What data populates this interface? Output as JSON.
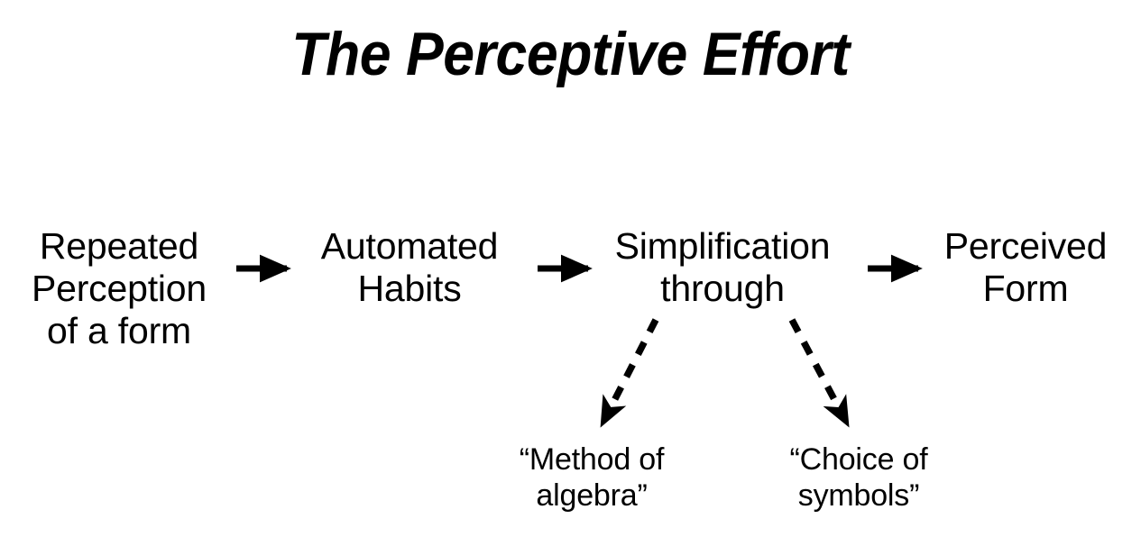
{
  "document": {
    "title": "The Perceptive Effort",
    "background_color": "#ffffff",
    "ink_color": "#000000"
  },
  "diagram": {
    "type": "flow-diagram",
    "flow": [
      {
        "id": "repeated-perception",
        "label": "Repeated\nPerception\nof a form"
      },
      {
        "id": "automated-habits",
        "label": "Automated\nHabits"
      },
      {
        "id": "simplification",
        "label": "Simplification\nthrough"
      },
      {
        "id": "perceived-form",
        "label": "Perceived\nForm"
      }
    ],
    "branches": [
      {
        "id": "method-of-algebra",
        "label": "“Method of\nalgebra”",
        "from": "simplification",
        "style": "dashed"
      },
      {
        "id": "choice-of-symbols",
        "label": "“Choice of\nsymbols”",
        "from": "simplification",
        "style": "dashed"
      }
    ],
    "connectors": [
      {
        "id": "arrow-1",
        "from": "repeated-perception",
        "to": "automated-habits",
        "style": "solid",
        "direction": "right"
      },
      {
        "id": "arrow-2",
        "from": "automated-habits",
        "to": "simplification",
        "style": "solid",
        "direction": "right"
      },
      {
        "id": "arrow-3",
        "from": "simplification",
        "to": "perceived-form",
        "style": "solid",
        "direction": "right"
      },
      {
        "id": "arrow-4",
        "from": "simplification",
        "to": "method-of-algebra",
        "style": "dashed",
        "direction": "down-left"
      },
      {
        "id": "arrow-5",
        "from": "simplification",
        "to": "choice-of-symbols",
        "style": "dashed",
        "direction": "down-right"
      }
    ]
  }
}
